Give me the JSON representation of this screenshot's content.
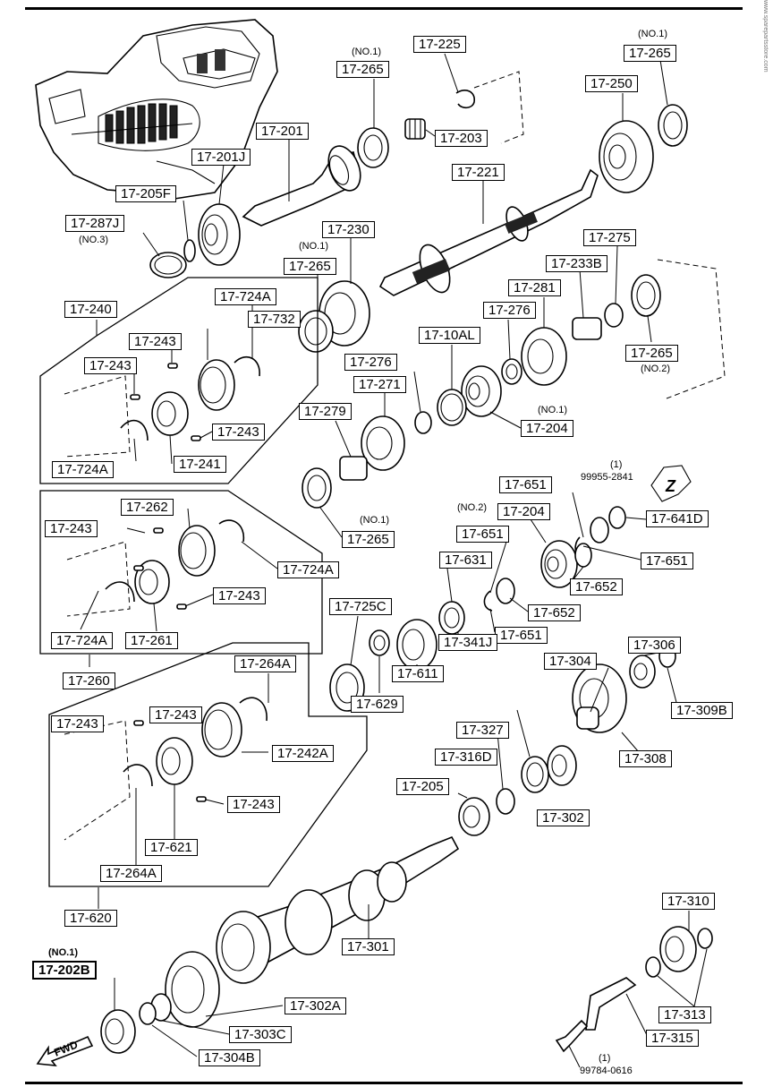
{
  "labels": {
    "l17225": "17-225",
    "l17265a": "17-265",
    "l17203": "17-203",
    "l17201": "17-201",
    "l17201j": "17-201J",
    "l17205f": "17-205F",
    "l17287j": "17-287J",
    "l17265b": "17-265",
    "l17250": "17-250",
    "l17221": "17-221",
    "l17230": "17-230",
    "l17265c": "17-265",
    "l17275": "17-275",
    "l17233b": "17-233B",
    "l17281": "17-281",
    "l17276a": "17-276",
    "l17265d": "17-265",
    "l1710al": "17-10AL",
    "l17276b": "17-276",
    "l17271": "17-271",
    "l17204a": "17-204",
    "l17279": "17-279",
    "l17265e": "17-265",
    "l17240": "17-240",
    "l17724a1": "17-724A",
    "l17732": "17-732",
    "l17243a": "17-243",
    "l17243b": "17-243",
    "l17243c": "17-243",
    "l17724a2": "17-724A",
    "l17241": "17-241",
    "l17262": "17-262",
    "l17243d": "17-243",
    "l17724a3": "17-724A",
    "l17243e": "17-243",
    "l17724a4": "17-724A",
    "l17261": "17-261",
    "l17260": "17-260",
    "l17651a": "17-651",
    "l17204b": "17-204",
    "l17641d": "17-641D",
    "l17651b": "17-651",
    "l17651c": "17-651",
    "l17652a": "17-652",
    "l17652b": "17-652",
    "l17631": "17-631",
    "l17651d": "17-651",
    "l17725c": "17-725C",
    "l17341j": "17-341J",
    "l17611": "17-611",
    "l17629": "17-629",
    "l17306": "17-306",
    "l17309b": "17-309B",
    "l17304": "17-304",
    "l17308": "17-308",
    "l17327": "17-327",
    "l17316d": "17-316D",
    "l17302": "17-302",
    "l17205": "17-205",
    "l17264a1": "17-264A",
    "l17243f": "17-243",
    "l17243g": "17-243",
    "l17242a": "17-242A",
    "l17243h": "17-243",
    "l17621": "17-621",
    "l17264a2": "17-264A",
    "l17620": "17-620",
    "l17301": "17-301",
    "l17310": "17-310",
    "l17202b": "17-202B",
    "l17302a": "17-302A",
    "l17313": "17-313",
    "l17303c": "17-303C",
    "l17315": "17-315",
    "l17304b": "17-304B"
  },
  "notes": {
    "no1_a": "(NO.1)",
    "no1_b": "(NO.1)",
    "no3": "(NO.3)",
    "no1_c": "(NO.1)",
    "no2_a": "(NO.2)",
    "no1_d": "(NO.1)",
    "no1_e": "(NO.1)",
    "no2_b": "(NO.2)",
    "qty1_a": "(1)",
    "part_99955": "99955-2841",
    "no1_f": "(NO.1)",
    "qty1_b": "(1)",
    "part_99784": "99784-0616",
    "z_marker": "Z",
    "fwd": "FWD"
  },
  "watermark": "www.sparepartsstore.com"
}
